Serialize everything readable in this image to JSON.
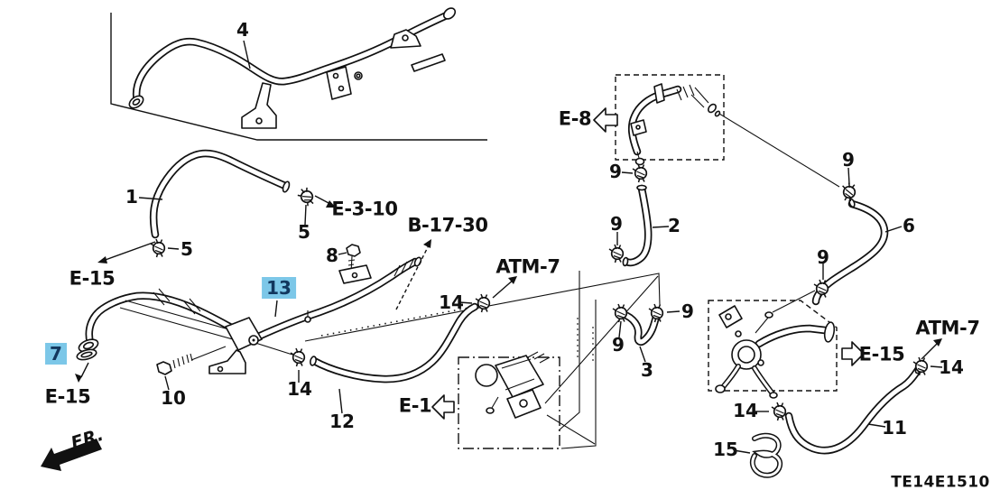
{
  "diagram": {
    "code": "TE14E1510",
    "front_indicator": "FR.",
    "highlight_color": "#7cc7e8",
    "highlighted_parts": [
      "7",
      "13"
    ],
    "part_numbers": {
      "p1": "1",
      "p2": "2",
      "p3": "3",
      "p4": "4",
      "p5": "5",
      "p6": "6",
      "p7": "7",
      "p8": "8",
      "p9": "9",
      "p10": "10",
      "p11": "11",
      "p12": "12",
      "p13": "13",
      "p14": "14",
      "p15": "15"
    },
    "references": {
      "e3_10": "E-3-10",
      "b17_30": "B-17-30",
      "e15": "E-15",
      "e8": "E-8",
      "e1": "E-1",
      "atm7": "ATM-7"
    }
  }
}
